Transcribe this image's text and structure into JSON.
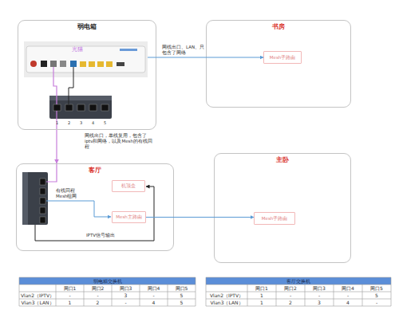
{
  "diagram": {
    "nodes": [
      {
        "text": [
          "弱电箱"
        ]
      },
      {
        "text": [
          "光猫"
        ],
        "in": 0
      },
      {
        "text": [
          "书房"
        ]
      },
      {
        "text": [
          "Mesh子路由"
        ],
        "in": 2
      },
      {
        "text": [
          "客厅"
        ]
      },
      {
        "text": [
          "机顶盒"
        ],
        "in": 4
      },
      {
        "text": [
          "Mesh主路由"
        ],
        "in": 4
      },
      {
        "text": [
          "主卧"
        ]
      },
      {
        "text": [
          "Mesh子路由"
        ],
        "in": 7
      }
    ],
    "edges": [
      {
        "from": 1,
        "to": 3,
        "arrow": "to",
        "label": "网线出口、LAN、只 包含了网络"
      },
      {
        "from": 0,
        "to": 4,
        "arrow": "to",
        "label": "网线出口，单线复用，包含了iptv和网络，以及Mesh的有线回程"
      },
      {
        "from": 6,
        "to": 8,
        "arrow": "to"
      }
    ],
    "labels": [
      "1",
      "2",
      "3",
      "4",
      "5",
      "有线回程 Mesh组网",
      "IPTV信号输出",
      "弱电箱交换机",
      "网口1",
      "网口2",
      "网口3",
      "网口4",
      "网口5",
      "Vlan2（IPTV）",
      "-",
      "-",
      "3",
      "-",
      "5",
      "Vlan3（LAN）",
      "1",
      "2",
      "-",
      "4",
      "5",
      "客厅交换机",
      "网口1",
      "网口2",
      "网口3",
      "网口4",
      "网口5",
      "Vlan2（IPTV）",
      "1",
      "-",
      "-",
      "-",
      "5",
      "Vlan3（LAN）",
      "1",
      "2",
      "3",
      "4",
      "-"
    ]
  }
}
